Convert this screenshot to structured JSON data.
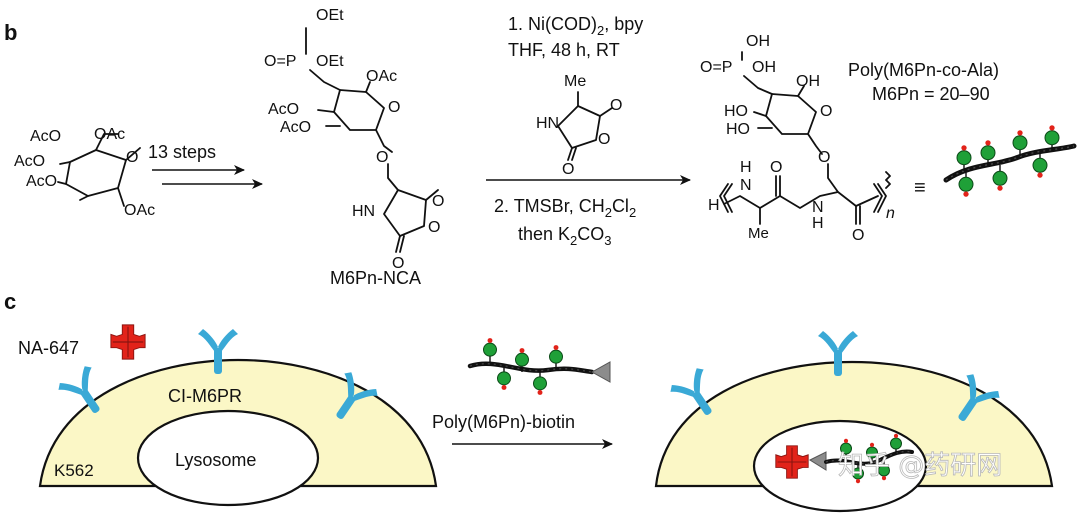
{
  "panels": {
    "b": "b",
    "c": "c"
  },
  "scheme": {
    "start_groups": [
      "AcO",
      "AcO",
      "AcO",
      "OAc",
      "O",
      "OAc"
    ],
    "arrow1_label": "13 steps",
    "nca_phosphonate": {
      "oet1": "OEt",
      "oet2": "OEt",
      "op": "O=P",
      "ring_o": "O",
      "oac": "OAc",
      "aco1": "AcO",
      "aco2": "AcO",
      "link_o": "O",
      "hn": "HN",
      "o1": "O",
      "o2": "O",
      "o3": "O"
    },
    "nca_label": "M6Pn-NCA",
    "conditions_top": {
      "line1": "1. Ni(COD)",
      "line1_sub": "2",
      "line1_end": ", bpy",
      "line2": "THF, 48 h, RT"
    },
    "ala_nca": {
      "me": "Me",
      "hn": "HN",
      "o1": "O",
      "o2": "O",
      "o3": "O"
    },
    "conditions_bottom": {
      "line1": "2. TMSBr, CH",
      "line1_sub1": "2",
      "line1_mid": "Cl",
      "line1_sub2": "2",
      "line2": "then K",
      "line2_sub1": "2",
      "line2_mid": "CO",
      "line2_sub2": "3"
    },
    "product": {
      "oh1": "OH",
      "oh2": "OH",
      "op": "O=P",
      "ho1": "HO",
      "ho2": "HO",
      "oh3": "OH",
      "ring_o": "O",
      "link_o": "O",
      "h": "H",
      "n1": "N",
      "h1": "H",
      "o1": "O",
      "me": "Me",
      "n2": "N",
      "h2": "H",
      "o2": "O",
      "n": "n"
    },
    "copolymer_title": "Poly(M6Pn-co-Ala)",
    "copolymer_range": "M6Pn = 20–90",
    "equiv": "≡"
  },
  "cell_panel": {
    "na_label": "NA-647",
    "receptor_label": "CI-M6PR",
    "lysosome_label": "Lysosome",
    "cell_label": "K562",
    "reagent_label": "Poly(M6Pn)-biotin"
  },
  "watermark": "知乎 @药研网",
  "colors": {
    "cytoplasm": "#fbf7c6",
    "receptor": "#3aa9d6",
    "sugar_bead": "#1fa038",
    "phosphate_dot": "#e2231a",
    "enzyme": "#e2231a",
    "biotin": "#8c8c8c"
  },
  "icons": {
    "receptor": "y-shaped-receptor-icon",
    "enzyme": "cross-shaped-enzyme-icon",
    "biotin": "triangle-biotin-icon",
    "polymer": "bead-chain-polymer-icon"
  }
}
